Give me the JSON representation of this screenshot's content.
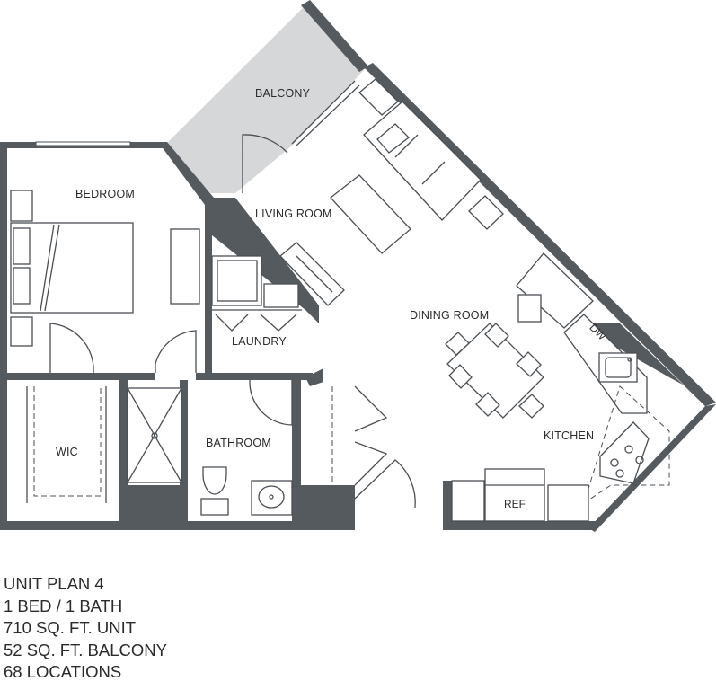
{
  "rooms": {
    "balcony": "BALCONY",
    "bedroom": "BEDROOM",
    "living_room": "LIVING ROOM",
    "dining_room": "DINING ROOM",
    "laundry": "LAUNDRY",
    "bathroom": "BATHROOM",
    "wic": "WIC",
    "kitchen": "KITCHEN"
  },
  "fixtures": {
    "dishwasher": "DW",
    "refrigerator": "REF"
  },
  "unit_info": {
    "plan": "UNIT PLAN 4",
    "bed_bath": "1 BED / 1 BATH",
    "unit_area": "710 SQ. FT. UNIT",
    "balcony_area": "52 SQ. FT. BALCONY",
    "locations": "68 LOCATIONS"
  },
  "colors": {
    "wall": "#555a5f",
    "balcony_fill": "#d6d7d8",
    "line": "#4a4f54",
    "background": "#ffffff"
  }
}
